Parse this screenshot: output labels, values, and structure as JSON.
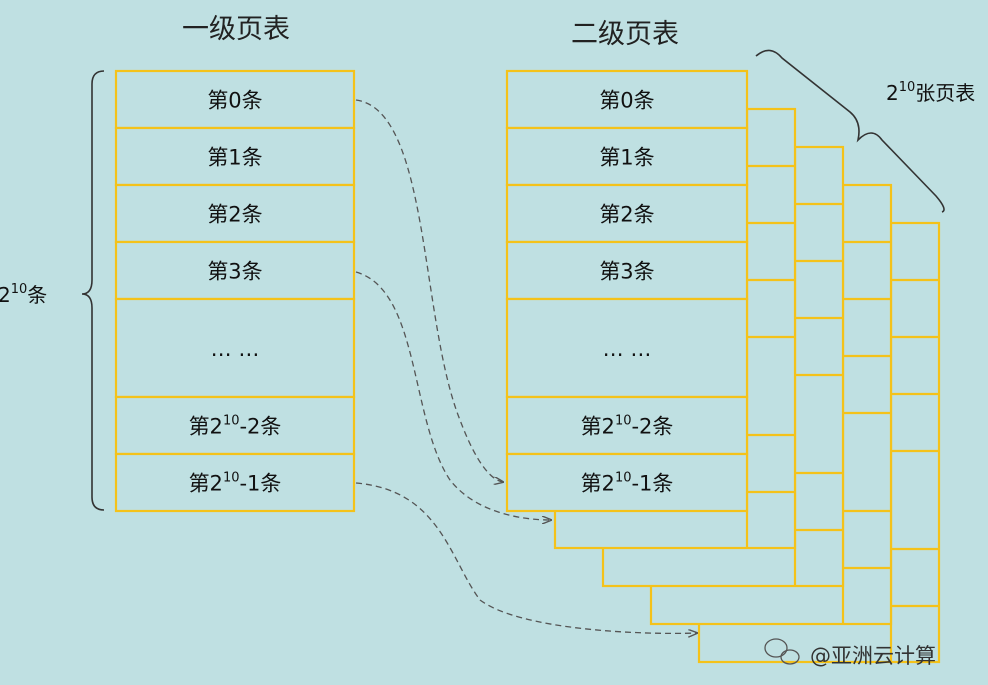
{
  "titles": {
    "level1": "一级页表",
    "level2": "二级页表"
  },
  "level1_table": {
    "rows": [
      "第0条",
      "第1条",
      "第2条",
      "第3条",
      "… …"
    ],
    "row_pre": "第2",
    "row_sup": "10",
    "row_last_a": "-2条",
    "row_last_b": "-1条"
  },
  "level2_table": {
    "rows": [
      "第0条",
      "第1条",
      "第2条",
      "第3条",
      "… …"
    ],
    "row_pre": "第2",
    "row_sup": "10",
    "row_last_a": "-2条",
    "row_last_b": "-1条"
  },
  "side_label": {
    "base": "2",
    "sup": "10",
    "suffix": "条"
  },
  "stack_label": {
    "base": "2",
    "sup": "10",
    "suffix": "张页表"
  },
  "watermark": "@亚洲云计算",
  "colors": {
    "background": "#bfe0e2",
    "cell_border": "#f4c21a",
    "cell_fill": "#bfe0e2",
    "arrow": "#555555",
    "brace": "#333333"
  }
}
